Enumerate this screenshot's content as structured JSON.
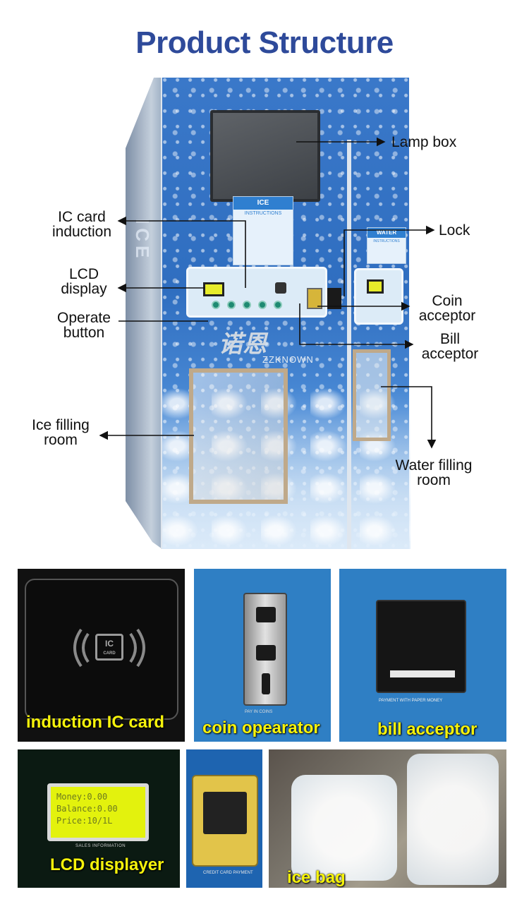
{
  "title": "Product Structure",
  "machine": {
    "side_text": "ICE",
    "ice_instructions_header": "ICE",
    "ice_instructions_sub": "INSTRUCTIONS",
    "water_instructions_header": "WATER",
    "water_instructions_sub": "INSTRUCTIONS",
    "logo_brand": "诺恩",
    "logo_sub": "ZZKNOWN"
  },
  "callouts": {
    "lamp_box": "Lamp box",
    "ic_card_induction_line1": "IC card",
    "ic_card_induction_line2": "induction",
    "lock": "Lock",
    "lcd_display_line1": "LCD",
    "lcd_display_line2": "display",
    "coin_acceptor_line1": "Coin",
    "coin_acceptor_line2": "acceptor",
    "operate_button_line1": "Operate",
    "operate_button_line2": "button",
    "bill_acceptor_line1": "Bill",
    "bill_acceptor_line2": "acceptor",
    "ice_filling_line1": "Ice filling",
    "ice_filling_line2": "room",
    "water_filling_line1": "Water filling",
    "water_filling_line2": "room"
  },
  "tiles": {
    "induction": {
      "caption": "induction IC card",
      "card_text_1": "IC",
      "card_text_2": "CARD"
    },
    "coin": {
      "caption": "coin opearator",
      "plate_text": "PAY IN COINS"
    },
    "bill": {
      "caption": "bill acceptor",
      "plate_text": "PAYMENT WITH PAPER MONEY"
    },
    "lcd": {
      "caption": "LCD displayer",
      "line1": "Money:0.00",
      "line2": "Balance:0.00",
      "line3": "Price:10/1L",
      "sales_info": "SALES INFORMATION"
    },
    "card_reader": {
      "foot_text": "CREDIT CARD PAYMENT"
    },
    "ice_bag": {
      "caption": "ice bag"
    }
  },
  "colors": {
    "title": "#2e4a9a",
    "caption": "#f6f30b",
    "machine_blue": "#2f6ec0"
  }
}
